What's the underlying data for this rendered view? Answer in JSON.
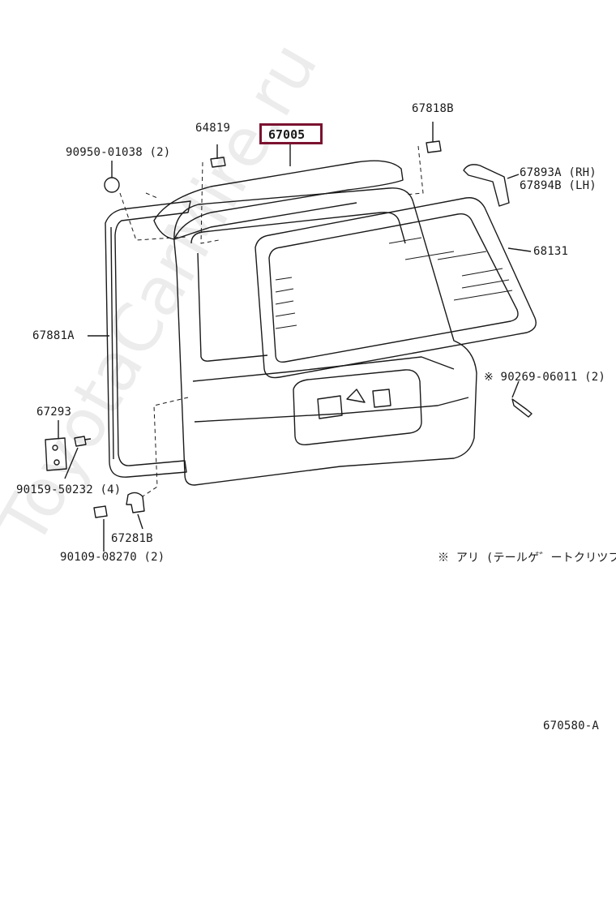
{
  "highlight_part": "67005",
  "labels": {
    "p64819": "64819",
    "p67818b": "67818B",
    "p90950": "90950-01038 (2)",
    "p67893a": "67893A (RH)",
    "p67894b": "67894B (LH)",
    "p68131": "68131",
    "p67881a": "67881A",
    "p90269": "※ 90269-06011 (2)",
    "p67293": "67293",
    "p90159": "90159-50232 (4)",
    "p67281b": "67281B",
    "p90109": "90109-08270 (2)",
    "note": "※ アリ (テールゲ゛ートクリツフ゜)",
    "diagram_code": "670580-A"
  },
  "watermark": "ToyotaCarMire.ru"
}
